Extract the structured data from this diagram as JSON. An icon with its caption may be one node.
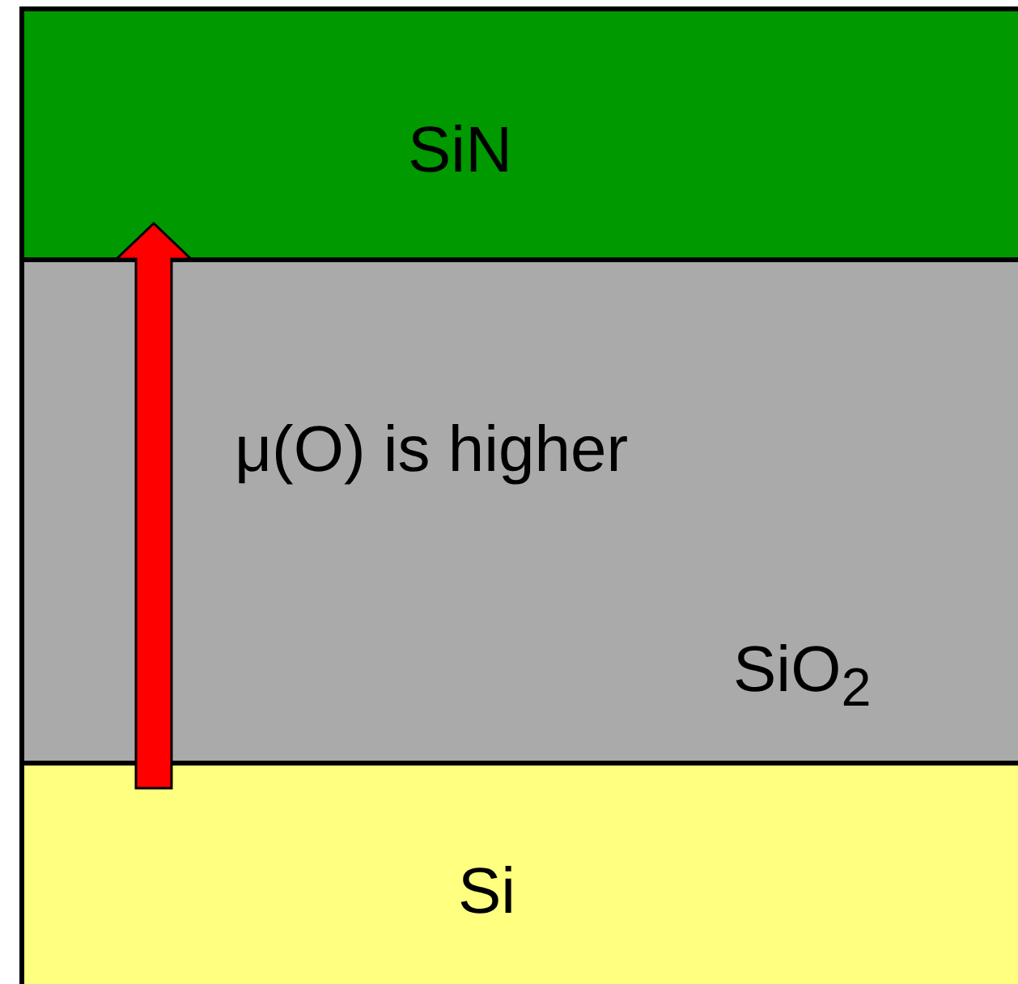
{
  "diagram": {
    "nodes": [
      {
        "text": [
          "SiN"
        ]
      },
      {
        "text": [
          "μ(O) is higher",
          "SiO$_{2}$"
        ]
      },
      {
        "text": [
          "Si"
        ]
      }
    ]
  }
}
